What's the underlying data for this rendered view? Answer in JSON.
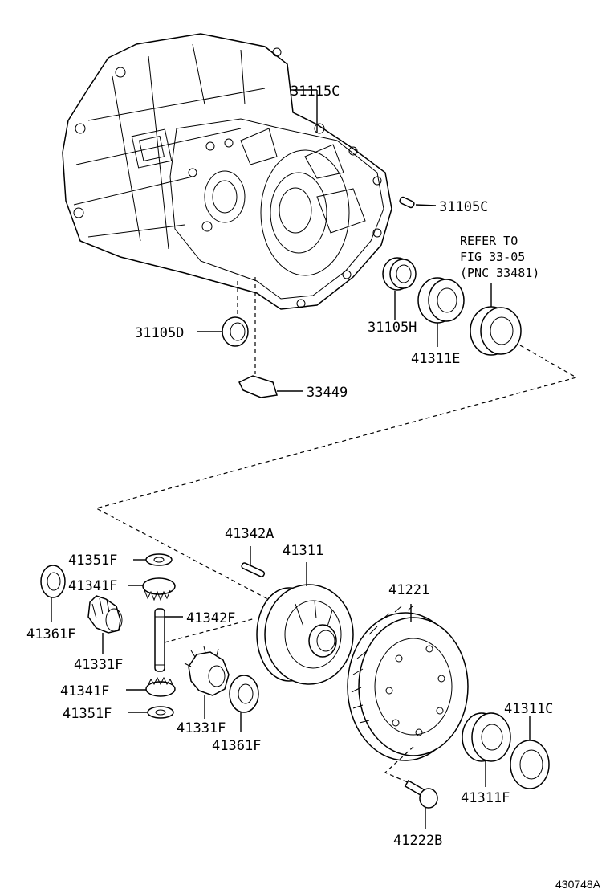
{
  "labels": {
    "p31115C": "31115C",
    "p31105C": "31105C",
    "refer1": "REFER TO",
    "refer2": "FIG 33-05",
    "refer3": "(PNC 33481)",
    "p31105D": "31105D",
    "p31105H": "31105H",
    "p41311E": "41311E",
    "p33449": "33449",
    "p41342A": "41342A",
    "p41311": "41311",
    "p41351F_top": "41351F",
    "p41341F_top": "41341F",
    "p41361F_left": "41361F",
    "p41342F": "41342F",
    "p41331F_left": "41331F",
    "p41341F_bot": "41341F",
    "p41351F_bot": "41351F",
    "p41331F_bot": "41331F",
    "p41361F_bot": "41361F",
    "p41221": "41221",
    "p41311C": "41311C",
    "p41311F": "41311F",
    "p41222B": "41222B"
  },
  "figure_id": "430748A"
}
